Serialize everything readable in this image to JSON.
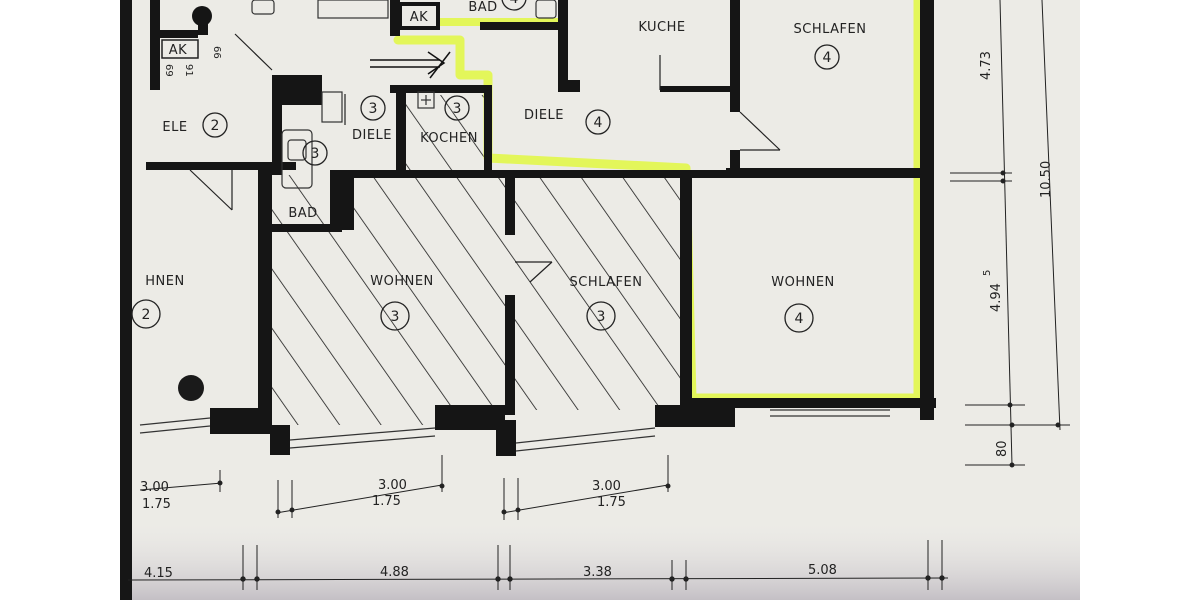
{
  "rooms": {
    "kueche_4": "KUCHE",
    "schlafen_4_top": "SCHLAFEN",
    "diele_4": "DIELE",
    "wohnen_4": "WOHNEN",
    "wohnen_3": "WOHNEN",
    "schlafen_3": "SCHLAFEN",
    "diele_3": "DIELE",
    "kochen_3": "KOCHEN",
    "bad_3": "BAD",
    "bad_4": "BAD",
    "ak_top": "AK",
    "ak_left": "AK",
    "diele_2": "ELE",
    "wohnen_2": "HNEN"
  },
  "unit_numbers": {
    "n2": "2",
    "n3": "3",
    "n4": "4"
  },
  "dimensions": {
    "right_top": "4.73",
    "right_total": "10.50",
    "right_mid": "4.94",
    "right_mid_sup": "5",
    "right_bottom": "80",
    "win_1_w": "3.00",
    "win_1_h": "1.75",
    "win_2_w": "3.00",
    "win_2_h": "1.75",
    "win_3_w": "3.00",
    "win_3_h": "1.75",
    "bottom_1": "4.15",
    "bottom_2": "4.88",
    "bottom_3": "3.38",
    "bottom_4": "5.08",
    "small_91": "91",
    "small_69": "69",
    "small_66": "66"
  },
  "colors": {
    "paper": "#ecebe6",
    "wall": "#151515",
    "highlight": "#e2f74a",
    "background": "#ffffff"
  }
}
